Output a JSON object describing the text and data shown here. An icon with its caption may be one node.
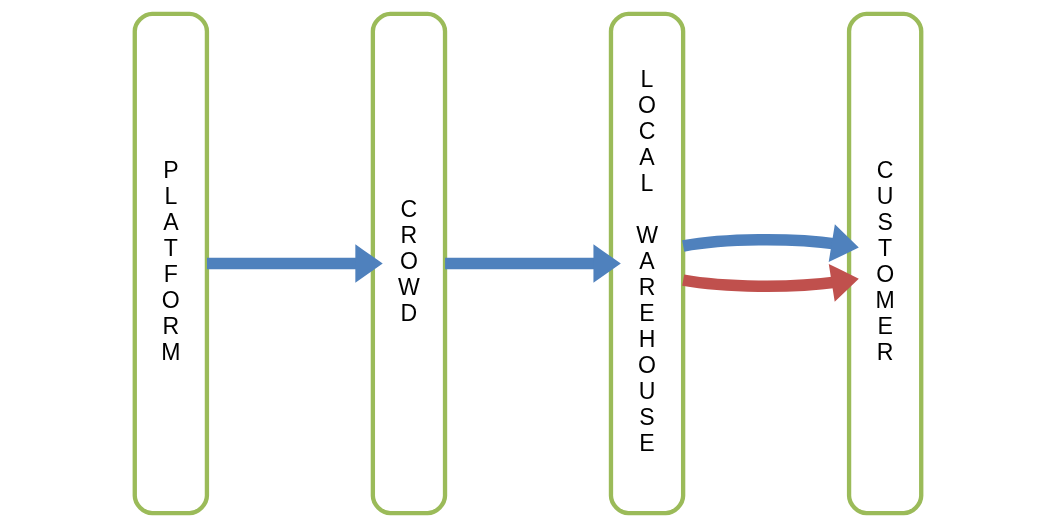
{
  "diagram": {
    "nodes": [
      {
        "text": [
          "PLATFORM"
        ]
      },
      {
        "text": [
          "CROWD"
        ]
      },
      {
        "text": [
          "LOCAL WAREHOUSE"
        ]
      },
      {
        "text": [
          "CUSTOMER"
        ]
      }
    ],
    "edges": [
      {
        "from": 0,
        "to": 1,
        "arrow": "to"
      },
      {
        "from": 1,
        "to": 2,
        "arrow": "to"
      },
      {
        "from": 2,
        "to": 3,
        "arrow": "to",
        "color": "#c0504d"
      },
      {
        "from": 2,
        "to": 3,
        "arrow": "to"
      }
    ]
  }
}
